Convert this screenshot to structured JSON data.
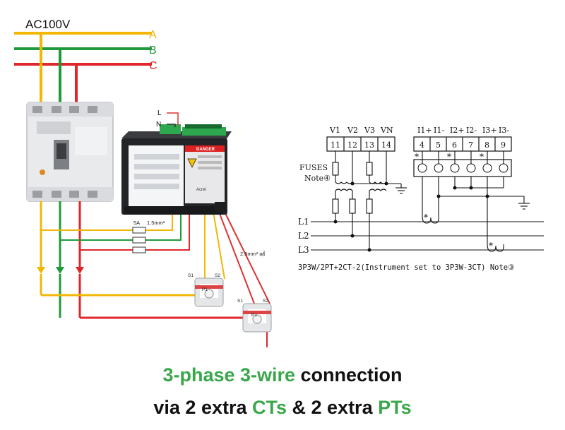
{
  "supply": {
    "voltage_label": "AC100V",
    "phases": [
      {
        "label": "A",
        "color": "#f2b705"
      },
      {
        "label": "B",
        "color": "#1f9a3a"
      },
      {
        "label": "C",
        "color": "#e0262a"
      }
    ]
  },
  "meter": {
    "neutral_label_l": "L",
    "neutral_label_n": "N",
    "danger_label": "DANGER",
    "brand_label": "Acrel"
  },
  "wiring_notes": {
    "fuse_rating": "5A",
    "wire_small": "1.5mm²",
    "wire_large": "2.5mm² ㎟"
  },
  "ct": [
    {
      "s1": "S1",
      "s2": "S2",
      "p1": "P1"
    },
    {
      "s1": "S1",
      "s2": "S2",
      "p1": "P1"
    }
  ],
  "schematic": {
    "voltage_terminals": [
      {
        "label": "V1",
        "number": "11"
      },
      {
        "label": "V2",
        "number": "12"
      },
      {
        "label": "V3",
        "number": "13"
      },
      {
        "label": "VN",
        "number": "14"
      }
    ],
    "current_terminals": [
      {
        "label": "I1+",
        "number": "4"
      },
      {
        "label": "I1-",
        "number": "5"
      },
      {
        "label": "I2+",
        "number": "6"
      },
      {
        "label": "I2-",
        "number": "7"
      },
      {
        "label": "I3+",
        "number": "8"
      },
      {
        "label": "I3-",
        "number": "9"
      }
    ],
    "fuses_label": "FUSES",
    "fuses_note": "Note④",
    "lines": [
      "L1",
      "L2",
      "L3"
    ],
    "star": "*",
    "caption": "3P3W/2PT+2CT-2(Instrument set to 3P3W-3CT) Note③"
  },
  "title": {
    "line1_green": "3-phase 3-wire",
    "line1_black": " connection",
    "line2_a": "via 2 extra ",
    "line2_b": "CTs",
    "line2_c": " & 2 extra ",
    "line2_d": "PTs"
  }
}
